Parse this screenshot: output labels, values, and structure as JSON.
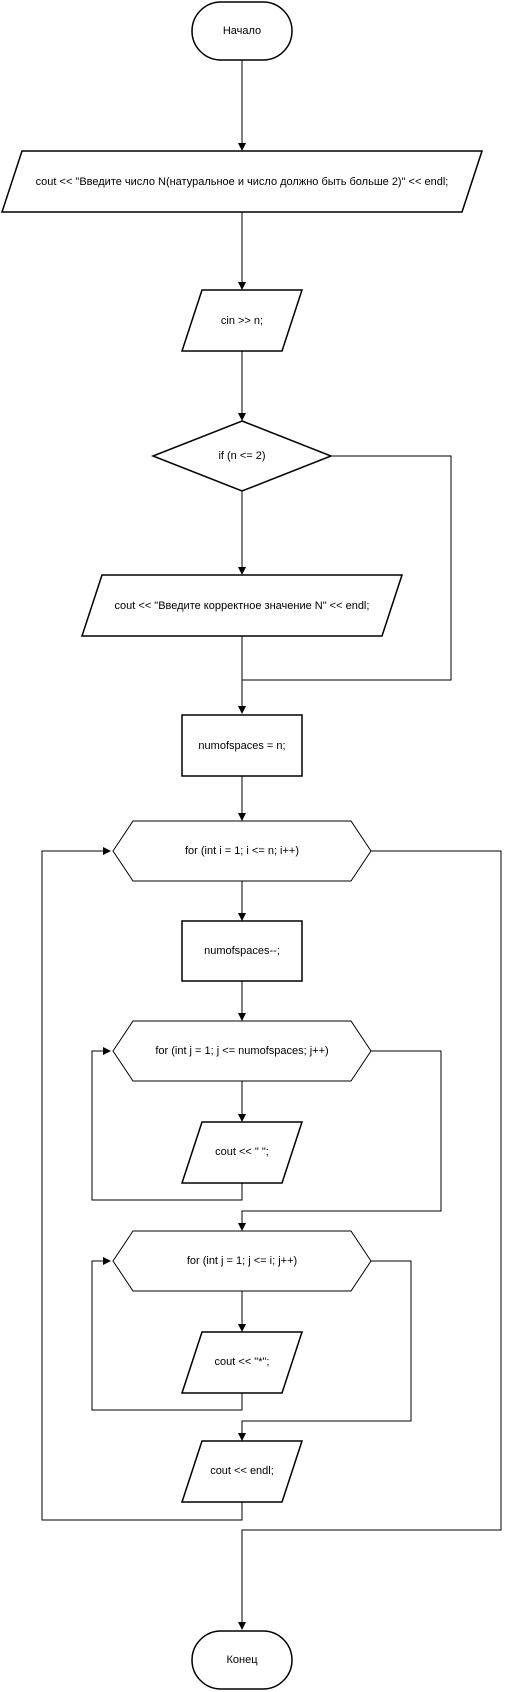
{
  "nodes": {
    "start": "Начало",
    "prompt_output": "cout << \"Введите число N(натуральное и число должно быть больше 2)\" << endl;",
    "input_n": "cin >> n;",
    "check_n": "if (n <= 2)",
    "error_output": "cout << \"Введите корректное значение N\" << endl;",
    "init_spaces": "numofspaces = n;",
    "outer_loop": "for (int i = 1; i <= n; i++)",
    "decrement_spaces": "numofspaces--;",
    "spaces_loop": "for (int j = 1; j <= numofspaces; j++)",
    "print_space": "cout << \" \";",
    "stars_loop": "for (int j = 1; j <= i; j++)",
    "print_star": "cout << \"*\";",
    "print_endl": "cout << endl;",
    "end": "Конец"
  }
}
